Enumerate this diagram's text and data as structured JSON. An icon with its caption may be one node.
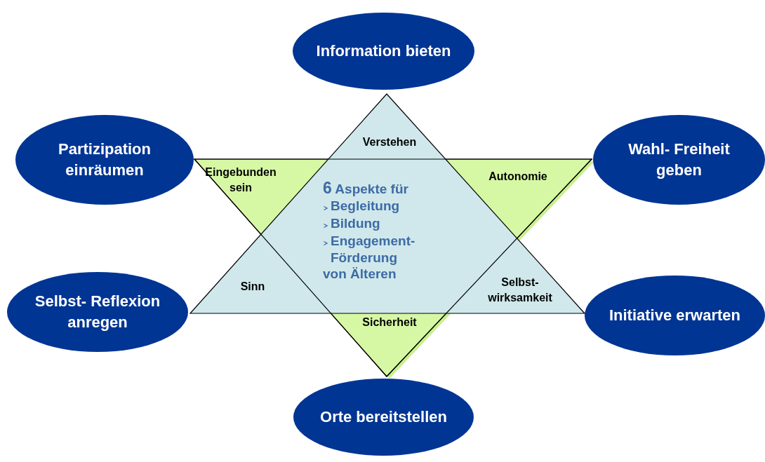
{
  "diagram": {
    "nodes": [
      {
        "text": [
          "Information bieten"
        ]
      },
      {
        "text": [
          "Partizipation einräumen"
        ]
      },
      {
        "text": [
          "Wahl- Freiheit geben"
        ]
      },
      {
        "text": [
          "Selbst- Reflexion anregen"
        ]
      },
      {
        "text": [
          "Initiative erwarten"
        ]
      },
      {
        "text": [
          "Orte bereitstellen"
        ]
      }
    ],
    "edges": [],
    "labels": [
      "Verstehen",
      "Eingebunden sein",
      "Autonomie",
      "6 Aspekte für",
      "Begleitung",
      "Bildung",
      "Engagement- Förderung",
      "von Älteren",
      "Sinn",
      "Selbst- wirksamkeit",
      "Sicherheit"
    ]
  }
}
